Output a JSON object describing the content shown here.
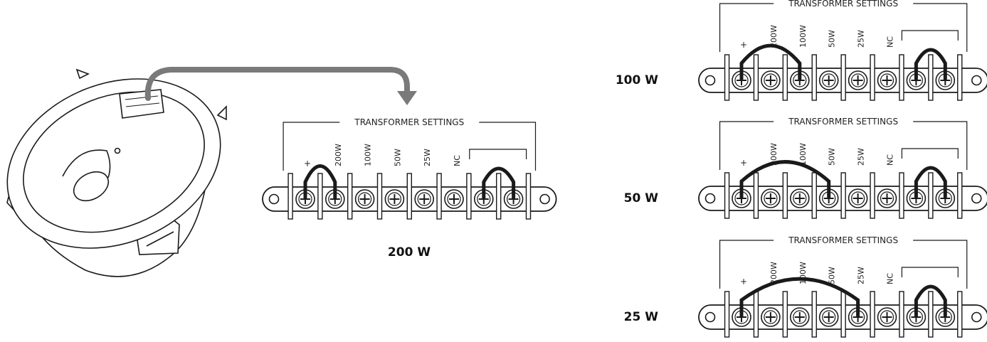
{
  "panels": [
    {
      "id": "main",
      "title": "TRANSFORMER SETTINGS",
      "terminals": [
        "+",
        "200W",
        "100W",
        "50W",
        "25W",
        "NC",
        "",
        ""
      ],
      "jumper_from": "+",
      "jumper_to": "200W",
      "caption": "200 W"
    },
    {
      "id": "p100",
      "title": "TRANSFORMER SETTINGS",
      "terminals": [
        "+",
        "200W",
        "100W",
        "50W",
        "25W",
        "NC",
        "",
        ""
      ],
      "jumper_from": "+",
      "jumper_to": "100W",
      "caption": "100 W"
    },
    {
      "id": "p50",
      "title": "TRANSFORMER SETTINGS",
      "terminals": [
        "+",
        "200W",
        "100W",
        "50W",
        "25W",
        "NC",
        "",
        ""
      ],
      "jumper_from": "+",
      "jumper_to": "50W",
      "caption": "50 W"
    },
    {
      "id": "p25",
      "title": "TRANSFORMER SETTINGS",
      "terminals": [
        "+",
        "200W",
        "100W",
        "50W",
        "25W",
        "NC",
        "",
        ""
      ],
      "jumper_from": "+",
      "jumper_to": "25W",
      "caption": "25 W"
    }
  ],
  "colors": {
    "line": "#1a1a1a",
    "arrow": "#7a7a7a",
    "paper": "#ffffff"
  }
}
